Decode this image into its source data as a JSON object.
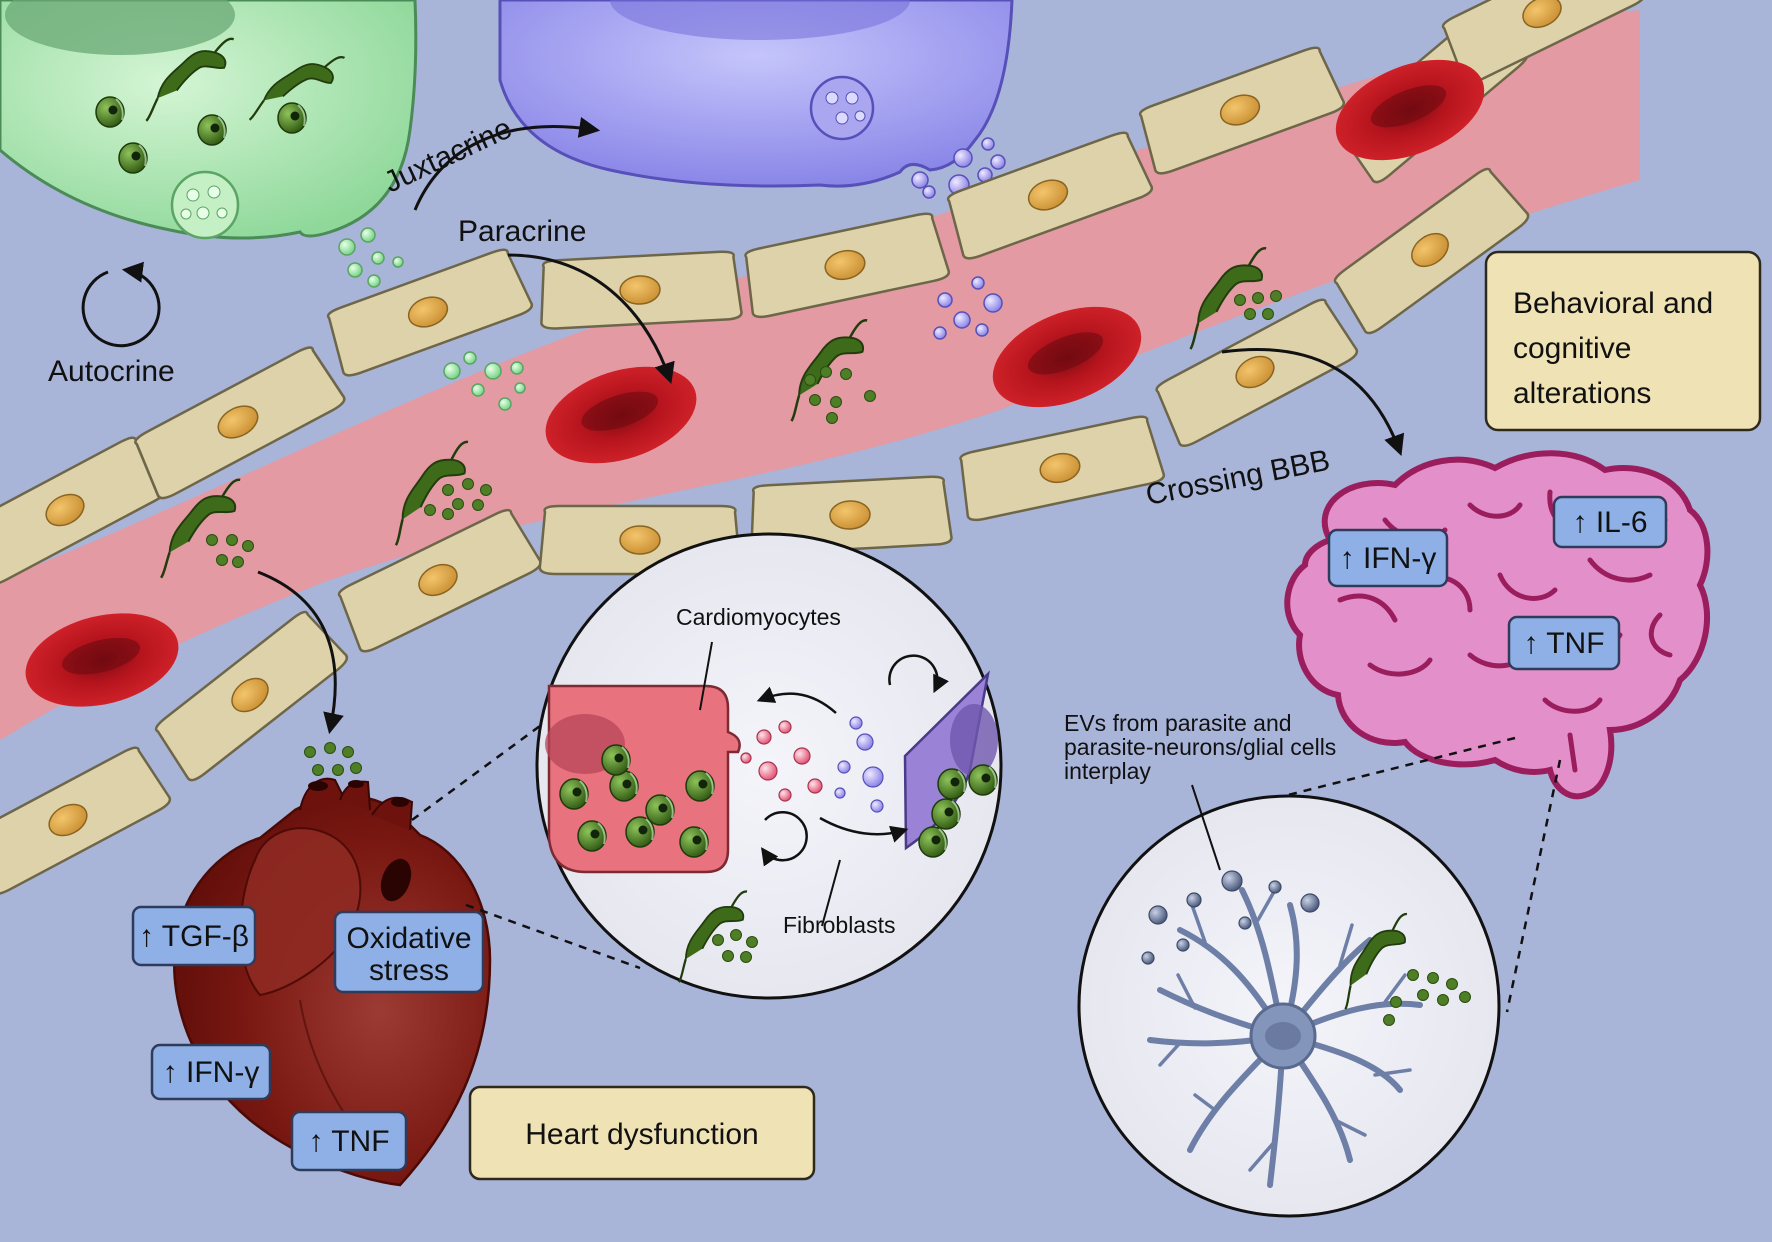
{
  "labels": {
    "juxtacrine": "Juxtacrine",
    "paracrine": "Paracrine",
    "autocrine": "Autocrine",
    "crossing_bbb": "Crossing BBB",
    "cardiomyocytes": "Cardiomyocytes",
    "fibroblasts": "Fibroblasts",
    "evs_line1": "EVs from parasite and",
    "evs_line2": "parasite-neurons/glial cells",
    "evs_line3": "interplay"
  },
  "outcomes": {
    "behavioral": [
      "Behavioral and",
      "cognitive",
      "alterations"
    ],
    "heart": "Heart dysfunction"
  },
  "brain_cytokines": {
    "ifn": "↑ IFN-γ",
    "il6": "↑ IL-6",
    "tnf": "↑ TNF"
  },
  "heart_cytokines": {
    "tgf": "↑ TGF-β",
    "ox1": "Oxidative",
    "ox2": "stress",
    "ifn": "↑ IFN-γ",
    "tnf": "↑ TNF"
  },
  "colors": {
    "background": "#a9b4d9",
    "vessel": "#e39aa2",
    "endothelium": "#ddd2aa",
    "nucleus": "#d9a44a",
    "rbc": "#c21a24",
    "parasite": "#3e6b1a",
    "cytokine_box": "#8fb0e6",
    "outcome_box": "#efe2b4",
    "brain": "#e38fca",
    "heart": "#7d1510"
  },
  "icons": [
    "parasite-icon",
    "red-blood-cell-icon",
    "extracellular-vesicle-icon",
    "heart-icon",
    "brain-icon",
    "neuron-icon"
  ]
}
